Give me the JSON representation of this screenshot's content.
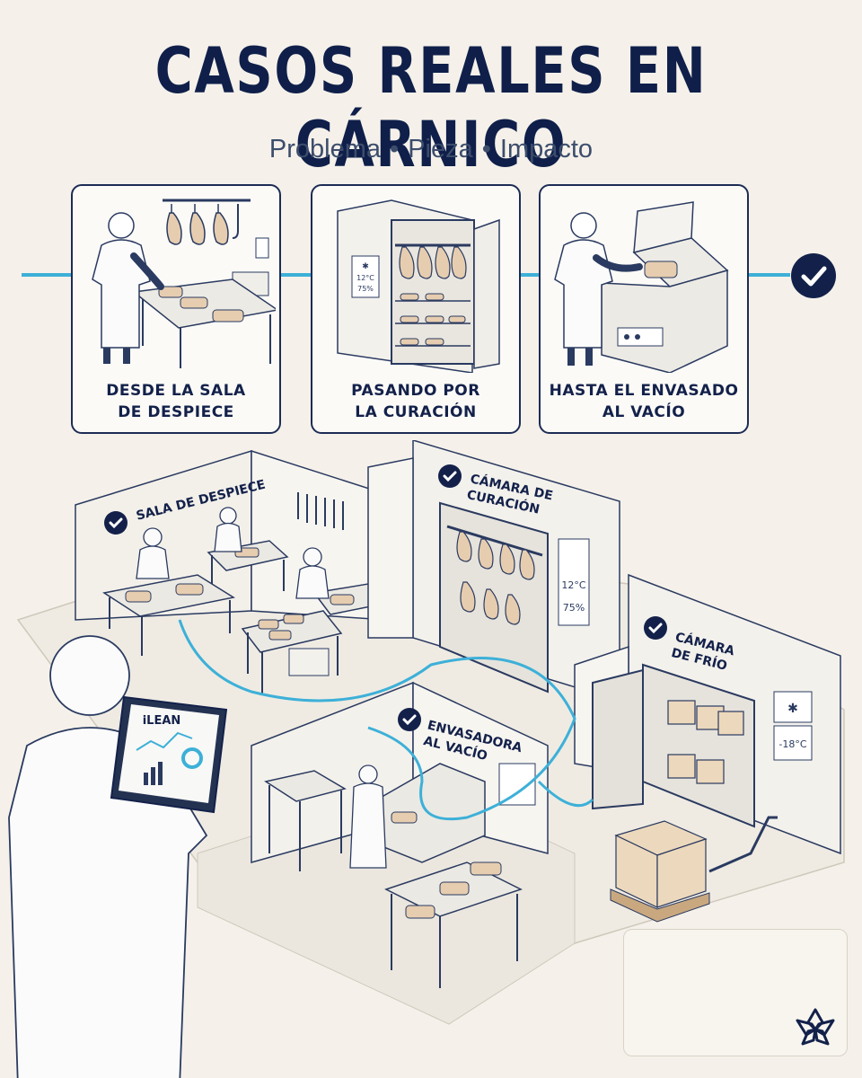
{
  "title": "CASOS REALES EN CÁRNICO",
  "subtitle": {
    "items": [
      "Problema",
      "Pieza",
      "Impacto"
    ],
    "separator": "•"
  },
  "cards": [
    {
      "label": "DESDE LA SALA\nDE DESPIECE",
      "icon": "butcher-worker-icon"
    },
    {
      "label": "PASANDO POR\nLA CURACIÓN",
      "icon": "curing-chamber-icon",
      "readout": [
        "12°C",
        "75%"
      ]
    },
    {
      "label": "HASTA EL ENVASADO\nAL VACÍO",
      "icon": "vacuum-sealer-icon"
    }
  ],
  "zones": {
    "despiece": "SALA DE DESPIECE",
    "curacion": "CÁMARA DE\nCURACIÓN",
    "frio": "CÁMARA\nDE FRÍO",
    "envasadora": "ENVASADORA\nAL VACÍO"
  },
  "curing_readout": {
    "temp": "12°C",
    "humidity": "75%"
  },
  "cold_readout": {
    "temp": "-18°C"
  },
  "tablet": {
    "app": "iLEAN"
  },
  "colors": {
    "navy": "#13214a",
    "accent_blue": "#3db0d8",
    "background": "#f5f1ea",
    "line": "#2a3a60"
  },
  "icons": {
    "timeline_end": "check-circle-icon",
    "logo": "flower-logo-icon"
  }
}
